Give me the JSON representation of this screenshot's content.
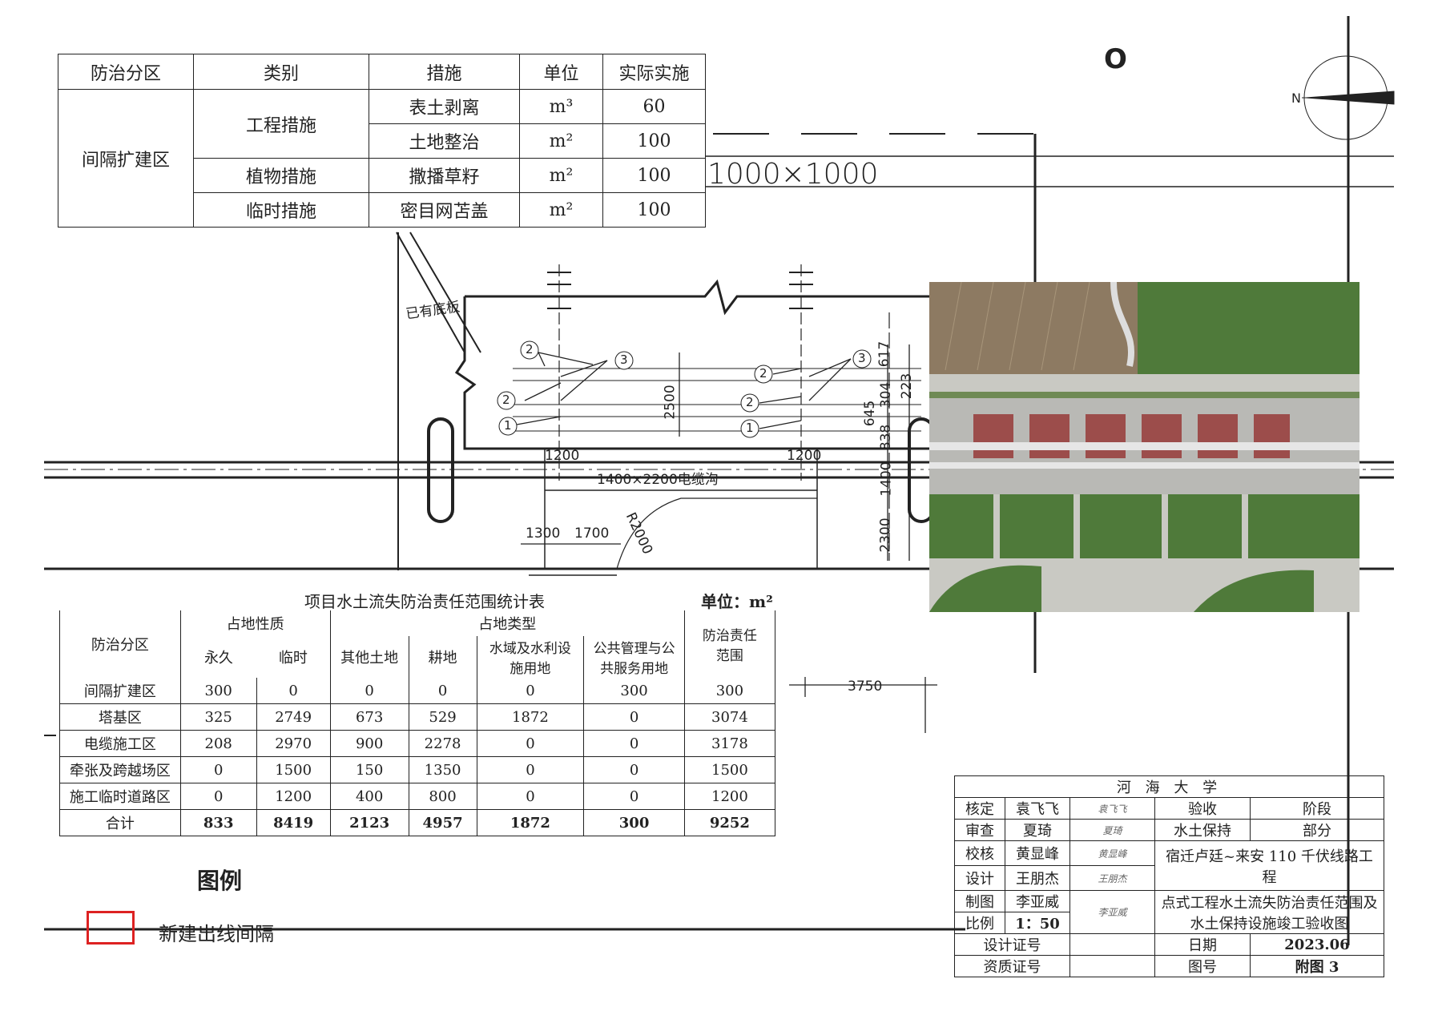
{
  "measures_table": {
    "headers": [
      "防治分区",
      "类别",
      "措施",
      "单位",
      "实际实施"
    ],
    "zone": "间隔扩建区",
    "rows": [
      {
        "category": "工程措施",
        "measure": "表土剥离",
        "unit": "m³",
        "value": "60"
      },
      {
        "category": "",
        "measure": "土地整治",
        "unit": "m²",
        "value": "100"
      },
      {
        "category": "植物措施",
        "measure": "撒播草籽",
        "unit": "m²",
        "value": "100"
      },
      {
        "category": "临时措施",
        "measure": "密目网苫盖",
        "unit": "m²",
        "value": "100"
      }
    ]
  },
  "drawing": {
    "label_existing_slab": "已有底板",
    "label_1000": "1000×1000",
    "label_trench": "1400×2200电缆沟",
    "dims": {
      "d2500": "2500",
      "d1200a": "1200",
      "d1200b": "1200",
      "d617": "617",
      "d304": "304",
      "d223": "223",
      "d645": "645",
      "d838": "838",
      "d1400": "1400",
      "d2300": "2300",
      "d1300": "1300",
      "d1700": "1700",
      "r2000": "R2000",
      "d3750": "3750"
    },
    "circle_labels": [
      "1",
      "2",
      "3"
    ]
  },
  "area_table": {
    "caption": "项目水土流失防治责任范围统计表",
    "unit": "单位：m²",
    "h_zone": "防治分区",
    "h_nature": "占地性质",
    "h_type": "占地类型",
    "h_total": "防治责任范围",
    "sub": [
      "永久",
      "临时",
      "其他土地",
      "耕地",
      "水域及水利设施用地",
      "公共管理与公共服务用地"
    ],
    "rows": [
      [
        "间隔扩建区",
        "300",
        "0",
        "0",
        "0",
        "0",
        "300",
        "300"
      ],
      [
        "塔基区",
        "325",
        "2749",
        "673",
        "529",
        "1872",
        "0",
        "3074"
      ],
      [
        "电缆施工区",
        "208",
        "2970",
        "900",
        "2278",
        "0",
        "0",
        "3178"
      ],
      [
        "牵张及跨越场区",
        "0",
        "1500",
        "150",
        "1350",
        "0",
        "0",
        "1500"
      ],
      [
        "施工临时道路区",
        "0",
        "1200",
        "400",
        "800",
        "0",
        "0",
        "1200"
      ]
    ],
    "total": [
      "合计",
      "833",
      "8419",
      "2123",
      "4957",
      "1872",
      "300",
      "9252"
    ]
  },
  "legend": {
    "title": "图例",
    "item": "新建出线间隔",
    "color": "#dd2222"
  },
  "title_block": {
    "org": "河 海 大 学",
    "r1": {
      "role": "核定",
      "name": "袁飞飞",
      "sig": "袁飞飞",
      "a": "验收",
      "b": "阶段"
    },
    "r2": {
      "role": "审查",
      "name": "夏琦",
      "sig": "夏琦",
      "a": "水土保持",
      "b": "部分"
    },
    "r3": {
      "role": "校核",
      "name": "黄显峰",
      "sig": "黄显峰"
    },
    "r4": {
      "role": "设计",
      "name": "王朋杰",
      "sig": "王朋杰"
    },
    "project": "宿迁卢廷~来安 110 千伏线路工程",
    "r5": {
      "role": "制图",
      "name": "李亚威",
      "sig": "李亚威"
    },
    "r6": {
      "role": "比例",
      "name": "1：50"
    },
    "drawing_title": "点式工程水土流失防治责任范围及水土保持设施竣工验收图",
    "r7": {
      "role": "设计证号",
      "date_label": "日期",
      "date": "2023.06"
    },
    "r8": {
      "role": "资质证号",
      "no_label": "图号",
      "no": "附图 3"
    }
  },
  "colors": {
    "line": "#222222",
    "grass": "#4f7a3a",
    "roof": "#9c4d4b",
    "road": "#c9c9c3",
    "field": "#8d7a62"
  }
}
